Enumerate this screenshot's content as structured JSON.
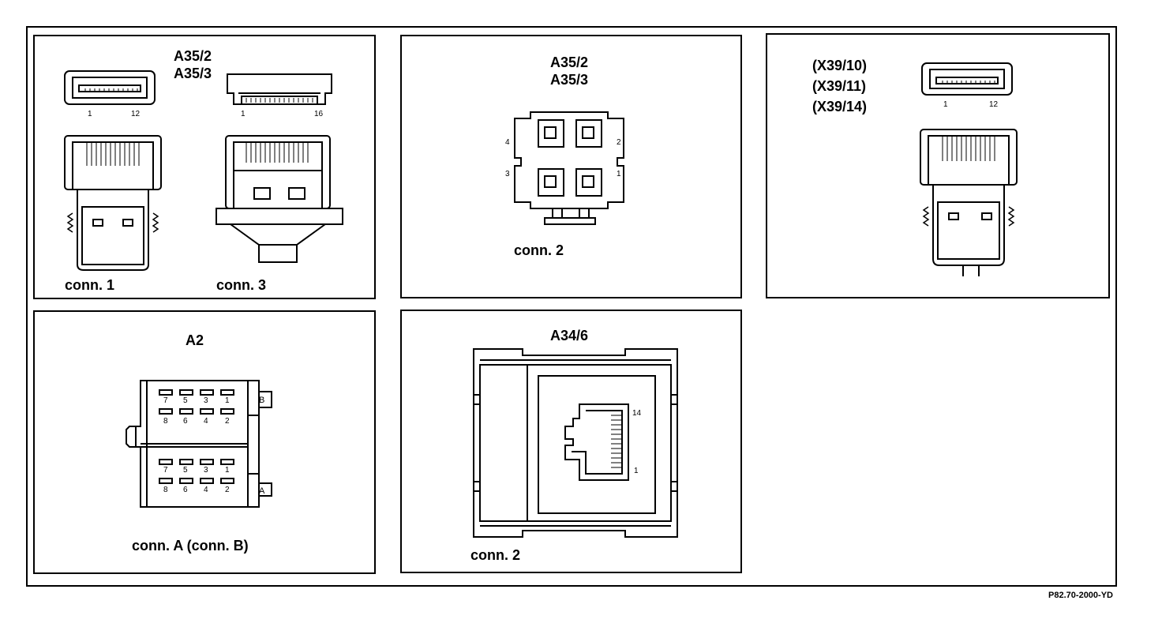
{
  "panel1": {
    "title_line1": "A35/2",
    "title_line2": "A35/3",
    "conn1": {
      "pin_left": "1",
      "pin_right": "12",
      "label": "conn. 1"
    },
    "conn3": {
      "pin_left": "1",
      "pin_right": "16",
      "label": "conn. 3"
    }
  },
  "panel2": {
    "title_line1": "A35/2",
    "title_line2": "A35/3",
    "pins": {
      "p4": "4",
      "p3": "3",
      "p2": "2",
      "p1": "1"
    },
    "label": "conn. 2"
  },
  "panel3": {
    "title_line1": "(X39/10)",
    "title_line2": "(X39/11)",
    "title_line3": "(X39/14)",
    "pin_left": "1",
    "pin_right": "12"
  },
  "panel4": {
    "title": "A2",
    "row_top": [
      "7",
      "5",
      "3",
      "1"
    ],
    "row_bottom": [
      "8",
      "6",
      "4",
      "2"
    ],
    "tab_b": "B",
    "tab_a": "A",
    "label": "conn. A (conn. B)"
  },
  "panel5": {
    "title": "A34/6",
    "pin_top": "14",
    "pin_bottom": "1",
    "label": "conn. 2"
  },
  "reference": "P82.70-2000-YD"
}
